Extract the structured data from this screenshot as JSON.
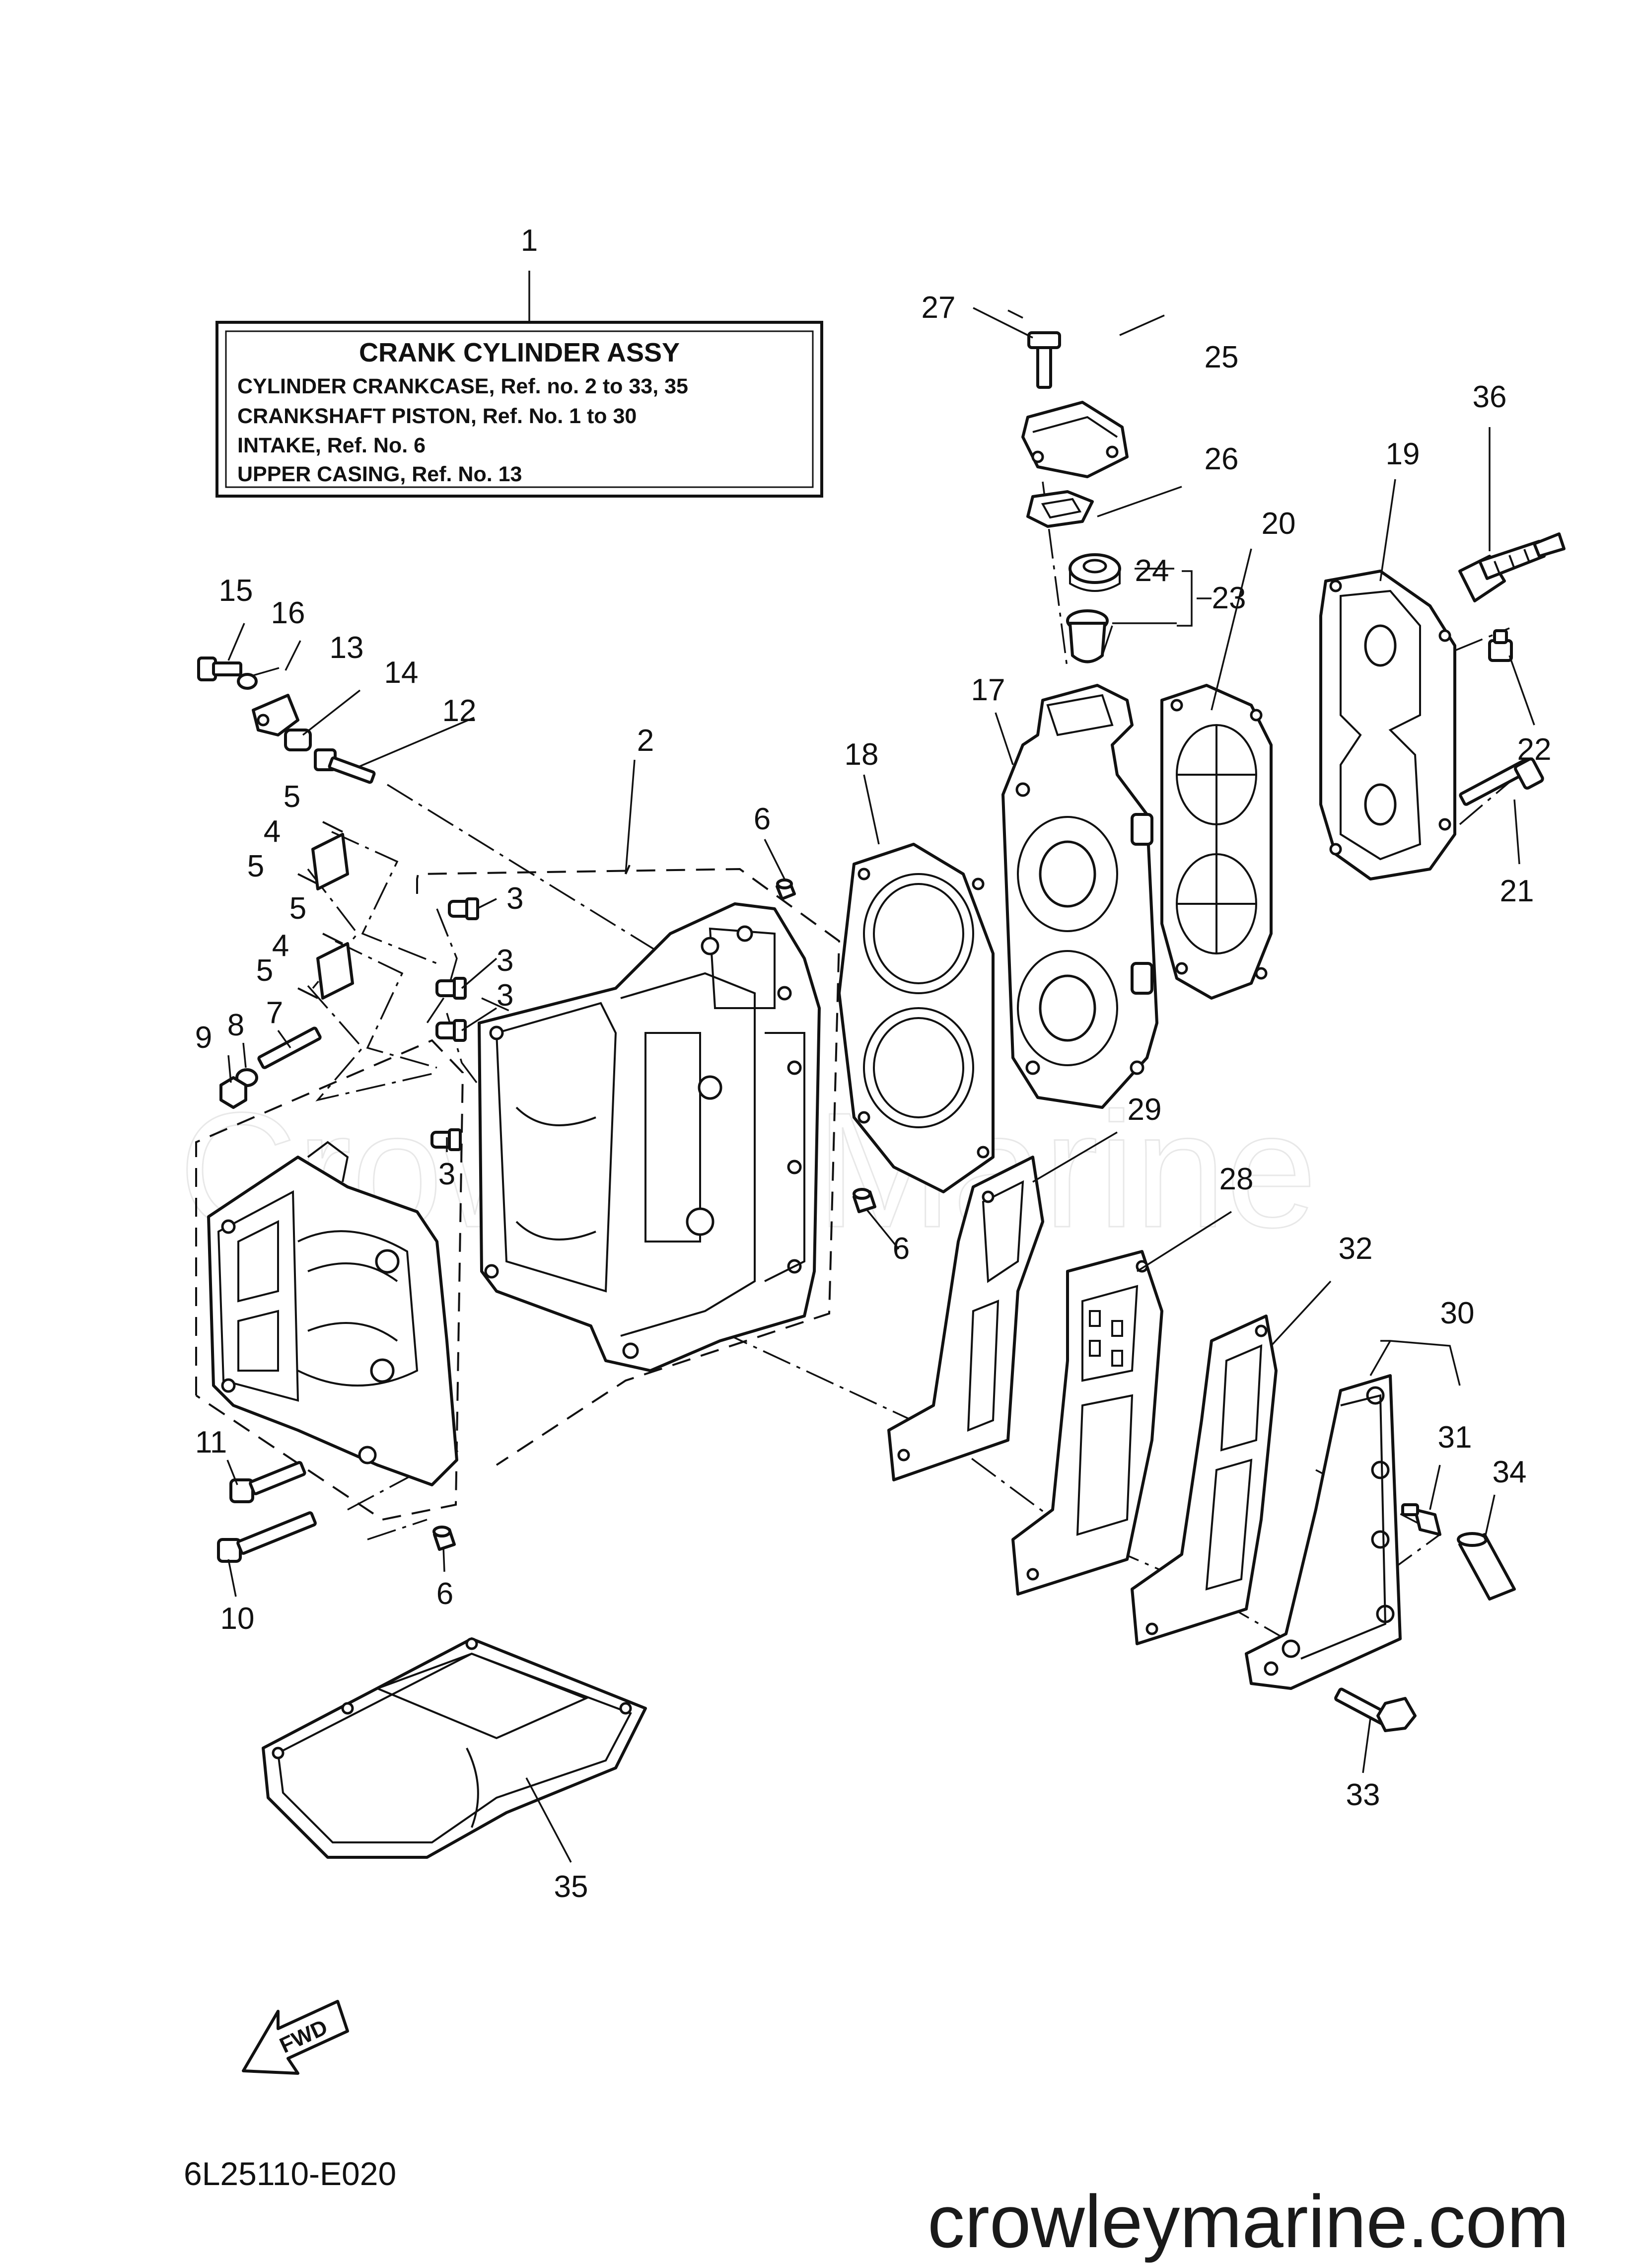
{
  "title_box": {
    "heading": "CRANK CYLINDER ASSY",
    "lines": [
      "CYLINDER CRANKCASE,  Ref. no. 2 to 33, 35",
      "CRANKSHAFT PISTON,  Ref. No. 1 to 30",
      "INTAKE,  Ref. No. 6",
      "UPPER CASING,  Ref. No. 13"
    ]
  },
  "callouts": [
    "1",
    "2",
    "3",
    "3",
    "3",
    "3",
    "4",
    "4",
    "5",
    "5",
    "5",
    "5",
    "6",
    "6",
    "6",
    "7",
    "8",
    "9",
    "10",
    "11",
    "12",
    "13",
    "14",
    "15",
    "16",
    "17",
    "18",
    "19",
    "20",
    "21",
    "22",
    "23",
    "24",
    "25",
    "26",
    "27",
    "28",
    "29",
    "30",
    "31",
    "32",
    "33",
    "34",
    "35",
    "36"
  ],
  "watermark": "Crowley Marine",
  "fwd_label": "FWD",
  "diagram_code": "6L25110-E020",
  "site_url": "crowleymarine.com"
}
